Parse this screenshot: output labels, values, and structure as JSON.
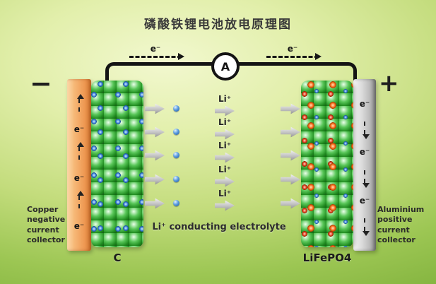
{
  "title": "磷酸铁锂电池放电原理图",
  "circuit": {
    "ammeter_label": "A",
    "electron_left_label": "e⁻",
    "electron_right_label": "e⁻"
  },
  "left": {
    "terminal": "−",
    "collector_electrons": [
      "e⁻",
      "e⁻",
      "e⁻"
    ],
    "collector_caption": "Copper negative current collector",
    "electrode_label": "C"
  },
  "right": {
    "terminal": "+",
    "collector_electrons": [
      "e⁻",
      "e⁻",
      "e⁻"
    ],
    "collector_caption": "Aluminium positive current collector",
    "electrode_label": "LiFePO4"
  },
  "middle": {
    "ion_labels": [
      "Li⁺",
      "Li⁺",
      "Li⁺",
      "Li⁺",
      "Li⁺"
    ],
    "electrolyte_caption": "Li⁺ conducting electrolyte"
  }
}
